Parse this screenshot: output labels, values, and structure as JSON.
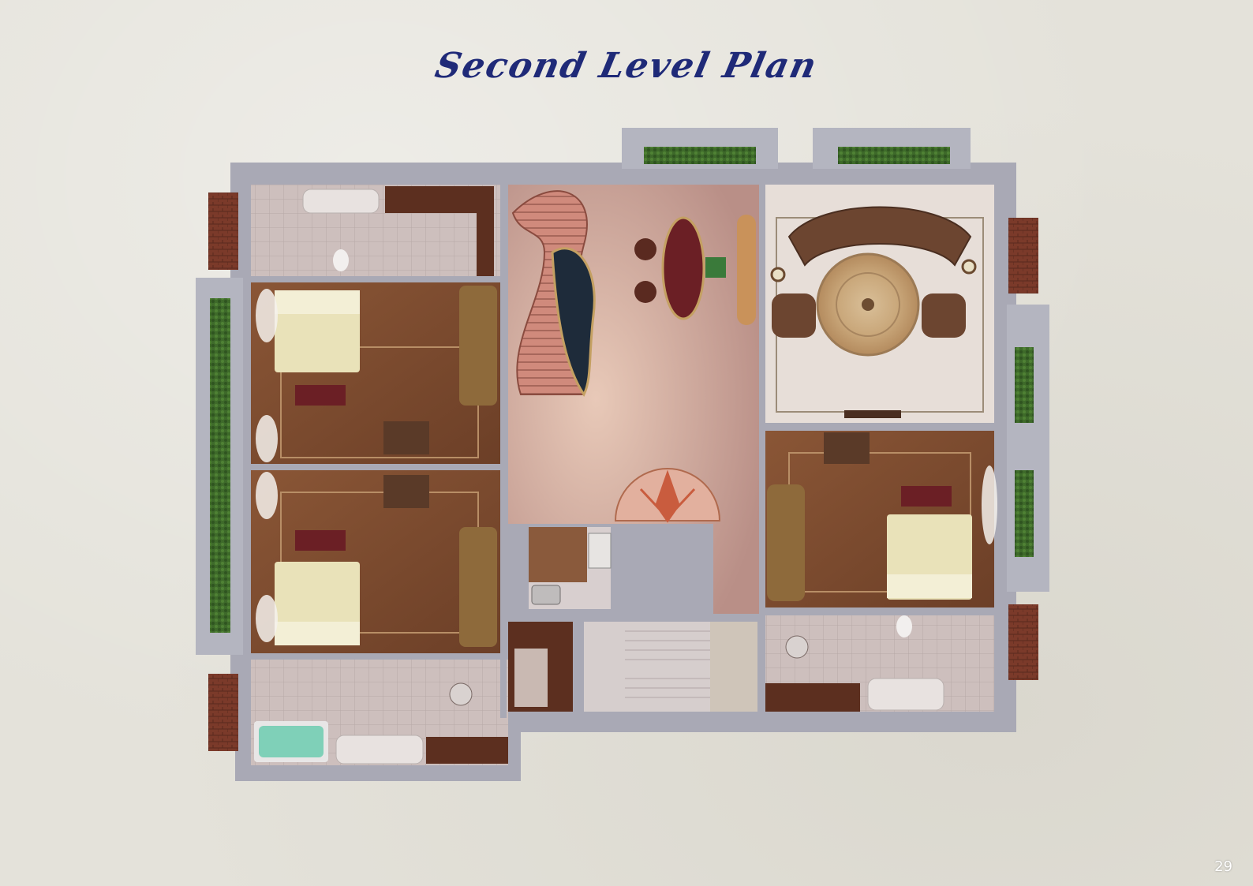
{
  "header": {
    "title": "Second Level Plan"
  },
  "footer": {
    "page_number": "29"
  },
  "colors": {
    "background": "#e4e2da",
    "title": "#1f2a78",
    "wall": "#a9a9b5",
    "bedroom_floor": "#7a4a31",
    "hall_floor": "#c9a79d",
    "bath_floor": "#a99f9f",
    "planter": "#3e6a2a",
    "brick": "#7b3a2a",
    "stair": "#c9786d",
    "bath_tub_water": "#7fd0b8"
  },
  "rooms": [
    {
      "id": "bathroom-top-left"
    },
    {
      "id": "bedroom-left-upper"
    },
    {
      "id": "bedroom-left-lower"
    },
    {
      "id": "bathroom-bottom-left"
    },
    {
      "id": "central-hall-with-spiral-stair"
    },
    {
      "id": "living-room"
    },
    {
      "id": "bedroom-right"
    },
    {
      "id": "kitchenette"
    },
    {
      "id": "stairwell"
    },
    {
      "id": "bathroom-bottom-right"
    }
  ]
}
